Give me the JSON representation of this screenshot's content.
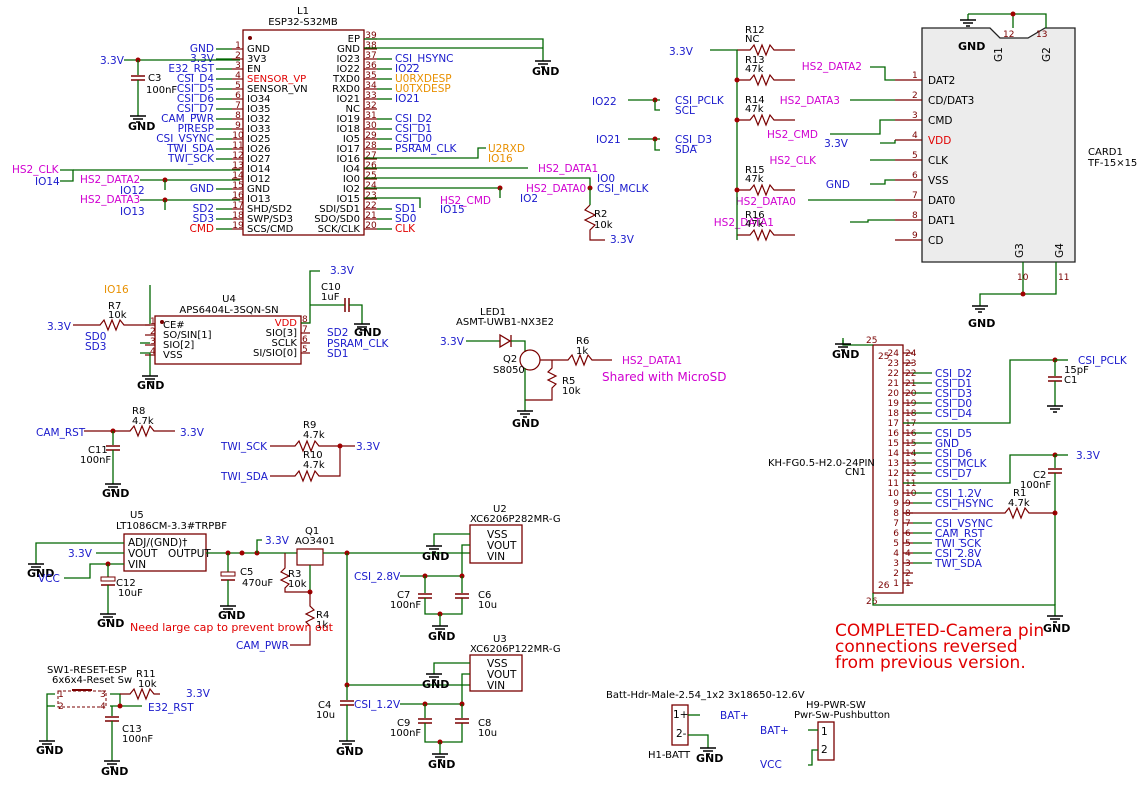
{
  "u1": {
    "ref": "L1",
    "part": "ESP32-S32MB",
    "left_pins": [
      {
        "n": "1",
        "name": "GND"
      },
      {
        "n": "2",
        "name": "3V3"
      },
      {
        "n": "3",
        "name": "EN"
      },
      {
        "n": "4",
        "name": "SENSOR_VP",
        "color": "red"
      },
      {
        "n": "5",
        "name": "SENSOR_VN"
      },
      {
        "n": "6",
        "name": "IO34"
      },
      {
        "n": "7",
        "name": "IO35"
      },
      {
        "n": "8",
        "name": "IO32"
      },
      {
        "n": "9",
        "name": "IO33"
      },
      {
        "n": "10",
        "name": "IO25"
      },
      {
        "n": "11",
        "name": "IO26"
      },
      {
        "n": "12",
        "name": "IO27"
      },
      {
        "n": "13",
        "name": "IO14"
      },
      {
        "n": "14",
        "name": "IO12"
      },
      {
        "n": "15",
        "name": "GND"
      },
      {
        "n": "16",
        "name": "IO13"
      },
      {
        "n": "17",
        "name": "SHD/SD2"
      },
      {
        "n": "18",
        "name": "SWP/SD3"
      },
      {
        "n": "19",
        "name": "SCS/CMD"
      }
    ],
    "right_pins": [
      {
        "n": "39",
        "name": "EP"
      },
      {
        "n": "38",
        "name": "GND"
      },
      {
        "n": "37",
        "name": "IO23"
      },
      {
        "n": "36",
        "name": "IO22"
      },
      {
        "n": "35",
        "name": "TXD0"
      },
      {
        "n": "34",
        "name": "RXD0"
      },
      {
        "n": "33",
        "name": "IO21"
      },
      {
        "n": "32",
        "name": "NC"
      },
      {
        "n": "31",
        "name": "IO19"
      },
      {
        "n": "30",
        "name": "IO18"
      },
      {
        "n": "29",
        "name": "IO5"
      },
      {
        "n": "28",
        "name": "IO17"
      },
      {
        "n": "27",
        "name": "IO16"
      },
      {
        "n": "26",
        "name": "IO4"
      },
      {
        "n": "25",
        "name": "IO0"
      },
      {
        "n": "24",
        "name": "IO2"
      },
      {
        "n": "23",
        "name": "IO15"
      },
      {
        "n": "22",
        "name": "SDI/SD1"
      },
      {
        "n": "21",
        "name": "SDO/SD0"
      },
      {
        "n": "20",
        "name": "SCK/CLK"
      }
    ],
    "left_nets": [
      "GND",
      "3.3V",
      "E32_RST",
      "CSI_D4",
      "CSI_D5",
      "CSI_D6",
      "CSI_D7",
      "CAM_PWR",
      "PIRESP",
      "CSI_VSYNC",
      "TWI_SDA",
      "TWI_SCK",
      "",
      "",
      "GND",
      "",
      "SD2",
      "SD3",
      "CMD"
    ],
    "right_nets": [
      "",
      "",
      "CSI_HSYNC",
      "IO22",
      "U0RXDESP",
      "U0TXDESP",
      "IO21",
      "",
      "CSI_D2",
      "CSI_D1",
      "CSI_D0",
      "PSRAM_CLK",
      "",
      "",
      "",
      "",
      "",
      "SD1",
      "SD0",
      "CLK"
    ],
    "hs2_clk": "HS2_CLK",
    "io14": "IO14",
    "hs2_data2": "HS2_DATA2",
    "io12": "IO12",
    "hs2_data3": "HS2_DATA3",
    "io13": "IO13",
    "u2rxd": "U2RXD",
    "io16": "IO16",
    "hs2_data1": "HS2_DATA1",
    "io0": "IO0",
    "csi_mclk": "CSI_MCLK",
    "hs2_data0": "HS2_DATA0",
    "io2": "IO2",
    "hs2_cmd": "HS2_CMD",
    "io15": "IO15",
    "v33": "3.3V",
    "c3_ref": "C3",
    "c3_val": "100nF",
    "gnd": "GND",
    "r2_ref": "R2",
    "r2_val": "10k"
  },
  "i2c": {
    "io22": "IO22",
    "csi_pclk": "CSI_PCLK",
    "scl": "SCL",
    "io21": "IO21",
    "csi_d3": "CSI_D3",
    "sda": "SDA"
  },
  "card": {
    "ref": "CARD1",
    "part": "TF-15×15",
    "pins": [
      {
        "n": "1",
        "name": "DAT2",
        "net": "HS2_DATA2"
      },
      {
        "n": "2",
        "name": "CD/DAT3",
        "net": "HS2_DATA3"
      },
      {
        "n": "3",
        "name": "CMD",
        "net": "HS2_CMD"
      },
      {
        "n": "4",
        "name": "VDD",
        "net": "3.3V"
      },
      {
        "n": "5",
        "name": "CLK",
        "net": "HS2_CLK"
      },
      {
        "n": "6",
        "name": "VSS",
        "net": "GND"
      },
      {
        "n": "7",
        "name": "DAT0",
        "net": "HS2_DATA0"
      },
      {
        "n": "8",
        "name": "DAT1",
        "net": "HS2_DATA1"
      },
      {
        "n": "9",
        "name": "CD",
        "net": ""
      }
    ],
    "top_pins": [
      "12",
      "13"
    ],
    "top_names": [
      "G1",
      "G2"
    ],
    "bot_pins": [
      "10",
      "11"
    ],
    "bot_names": [
      "G3",
      "G4"
    ],
    "v33": "3.3V",
    "gnd": "GND",
    "resistors": [
      {
        "ref": "R12",
        "val": "NC"
      },
      {
        "ref": "R13",
        "val": "47k"
      },
      {
        "ref": "R14",
        "val": "47k"
      },
      {
        "ref": "R15",
        "val": "47k"
      },
      {
        "ref": "R16",
        "val": "47k"
      }
    ]
  },
  "psram": {
    "ref": "U4",
    "part": "APS6404L-3SQN-SN",
    "left_pins": [
      {
        "n": "1",
        "name": "CE#"
      },
      {
        "n": "2",
        "name": "SO/SIN[1]"
      },
      {
        "n": "3",
        "name": "SIO[2]"
      },
      {
        "n": "4",
        "name": "VSS"
      }
    ],
    "right_pins": [
      {
        "n": "8",
        "name": "VDD"
      },
      {
        "n": "7",
        "name": "SIO[3]"
      },
      {
        "n": "6",
        "name": "SCLK"
      },
      {
        "n": "5",
        "name": "SI/SIO[0]"
      }
    ],
    "io16": "IO16",
    "r7_ref": "R7",
    "r7_val": "10k",
    "v33": "3.3V",
    "sd0": "SD0",
    "sd3": "SD3",
    "sd2": "SD2",
    "psram_clk": "PSRAM_CLK",
    "sd1": "SD1",
    "c10_ref": "C10",
    "c10_val": "1uF",
    "gnd": "GND"
  },
  "led": {
    "ref": "LED1",
    "part": "ASMT-UWB1-NX3E2",
    "v33": "3.3V",
    "q2_ref": "Q2",
    "q2_part": "S8050",
    "r6_ref": "R6",
    "r6_val": "1k",
    "net": "HS2_DATA1",
    "r5_ref": "R5",
    "r5_val": "10k",
    "gnd": "GND",
    "note": "Shared with MicroSD"
  },
  "cam_rst": {
    "net": "CAM_RST",
    "r8_ref": "R8",
    "r8_val": "4.7k",
    "v33": "3.3V",
    "c11_ref": "C11",
    "c11_val": "100nF",
    "gnd": "GND"
  },
  "twi": {
    "sck": "TWI_SCK",
    "sda": "TWI_SDA",
    "r9_ref": "R9",
    "r9_val": "4.7k",
    "r10_ref": "R10",
    "r10_val": "4.7k",
    "v33": "3.3V"
  },
  "power": {
    "u5_ref": "U5",
    "u5_part": "LT1086CM-3.3#TRPBF",
    "u5_pins": [
      "ADJ/(GND)†",
      "VOUT",
      "VIN",
      "OUTPUT"
    ],
    "v33": "3.3V",
    "vcc": "VCC",
    "gnd": "GND",
    "c12_ref": "C12",
    "c12_val": "10uF",
    "c5_ref": "C5",
    "c5_val": "470uF",
    "q1_ref": "Q1",
    "q1_part": "AO3401",
    "r3_ref": "R3",
    "r3_val": "10k",
    "r4_ref": "R4",
    "r4_val": "1k",
    "cam_pwr": "CAM_PWR",
    "note": "Need large cap to prevent brown out",
    "c4_ref": "C4",
    "c4_val": "10u",
    "u2_ref": "U2",
    "u2_part": "XC6206P282MR-G",
    "u3_ref": "U3",
    "u3_part": "XC6206P122MR-G",
    "ldo_pins": [
      "VSS",
      "VOUT",
      "VIN"
    ],
    "csi28": "CSI_2.8V",
    "csi12": "CSI_1.2V",
    "c7_ref": "C7",
    "c7_val": "100nF",
    "c6_ref": "C6",
    "c6_val": "10u",
    "c9_ref": "C9",
    "c9_val": "100nF",
    "c8_ref": "C8",
    "c8_val": "10u"
  },
  "reset": {
    "sw_ref": "SW1-RESET-ESP",
    "sw_part": "6x6x4-Reset Sw",
    "r11_ref": "R11",
    "r11_val": "10k",
    "v33": "3.3V",
    "net": "E32_RST",
    "c13_ref": "C13",
    "c13_val": "100nF",
    "gnd": "GND"
  },
  "batt": {
    "title": "Batt-Hdr-Male-2.54_1x2 3x18650-12.6V",
    "ref": "H1-BATT",
    "net": "BAT+",
    "gnd": "GND",
    "p1": "1+",
    "p2": "2-"
  },
  "pwrsw": {
    "ref": "H9-PWR-SW",
    "part": "Pwr-Sw-Pushbutton",
    "net1": "BAT+",
    "net2": "VCC",
    "p1": "1",
    "p2": "2"
  },
  "cam": {
    "ref": "CN1",
    "part": "KH-FG0.5-H2.0-24PIN",
    "pins_left": [
      "24",
      "23",
      "22",
      "21",
      "20",
      "19",
      "18",
      "17",
      "16",
      "15",
      "14",
      "13",
      "12",
      "11",
      "10",
      "9",
      "8",
      "7",
      "6",
      "5",
      "4",
      "3",
      "2",
      "1"
    ],
    "pins_right": [
      "24",
      "23",
      "22",
      "21",
      "20",
      "19",
      "18",
      "17",
      "16",
      "15",
      "14",
      "13",
      "12",
      "11",
      "10",
      "9",
      "8",
      "7",
      "6",
      "5",
      "4",
      "3",
      "2",
      "1"
    ],
    "nets": [
      "",
      "",
      "CSI_D2",
      "CSI_D1",
      "CSI_D3",
      "CSI_D0",
      "CSI_D4",
      "",
      "CSI_D5",
      "GND",
      "CSI_D6",
      "CSI_MCLK",
      "CSI_D7",
      "",
      "CSI_1.2V",
      "CSI_HSYNC",
      "",
      "CSI_VSYNC",
      "CAM_RST",
      "TWI_SCK",
      "CSI_2.8V",
      "TWI_SDA",
      "",
      ""
    ],
    "tab_pins": [
      "25",
      "26"
    ],
    "csi_pclk": "CSI_PCLK",
    "c1_ref": "C1",
    "c1_val": "15pF",
    "v33": "3.3V",
    "c2_ref": "C2",
    "c2_val": "100nF",
    "r1_ref": "R1",
    "r1_val": "4.7k",
    "gnd": "GND",
    "note": [
      "COMPLETED-Camera pin",
      "connections reversed",
      "from previous version."
    ]
  }
}
